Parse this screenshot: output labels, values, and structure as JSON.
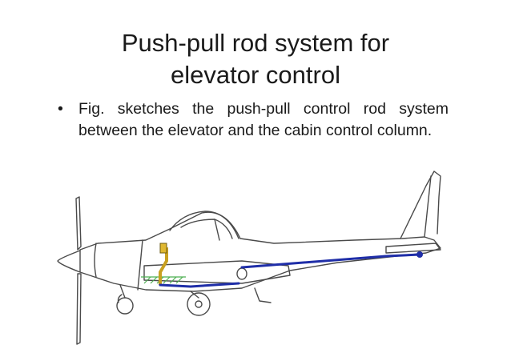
{
  "slide": {
    "title_line1": "Push-pull rod system for",
    "title_line2": "elevator control",
    "bullet_symbol": "•",
    "bullet_text": "Fig. sketches the push-pull control rod system between the elevator and the cabin control column."
  },
  "figure": {
    "icon": "aircraft-sideview-diagram",
    "colors": {
      "outline": "#4a4a4a",
      "push_pull_rod": "#1f2ea8",
      "control_column": "#c8a020",
      "cabin_floor_hatch": "#4caf50"
    }
  }
}
